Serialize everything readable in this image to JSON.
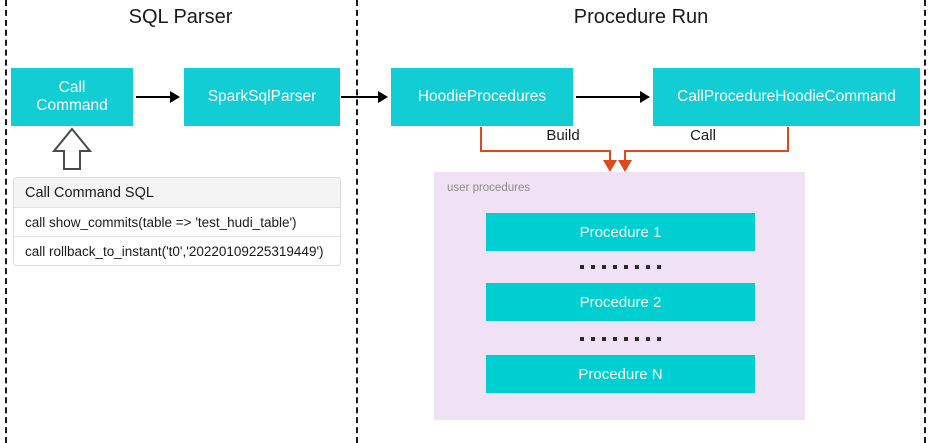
{
  "diagram": {
    "sections": [
      {
        "name": "sql-parser",
        "title": "SQL Parser"
      },
      {
        "name": "procedure-run",
        "title": "Procedure Run"
      }
    ],
    "nodes": {
      "call_command": "Call\nCommand",
      "call_command_line1": "Call",
      "call_command_line2": "Command",
      "spark_sql_parser": "SparkSqlParser",
      "hoodie_procedures": "HoodieProcedures",
      "call_procedure_hoodie_command": "CallProcedureHoodieCommand"
    },
    "edge_labels": {
      "build": "Build",
      "call": "Call"
    },
    "sql_table": {
      "header": "Call Command SQL",
      "rows": [
        "call show_commits(table => 'test_hudi_table')",
        "call rollback_to_instant('t0','20220109225319449')"
      ]
    },
    "user_procedures_panel": {
      "label": "user procedures",
      "procedures": [
        "Procedure 1",
        "Procedure 2",
        "Procedure N"
      ],
      "ellipsis_dot_count": 8
    },
    "colors": {
      "teal": "#12cdd4",
      "procedure_teal": "#00cfd1",
      "panel_pink": "#f0e2f4",
      "connector_orange": "#e0491b",
      "divider": "#1a1a1a",
      "text_white": "#ffffff",
      "label_gray": "#8c8c8c"
    }
  }
}
